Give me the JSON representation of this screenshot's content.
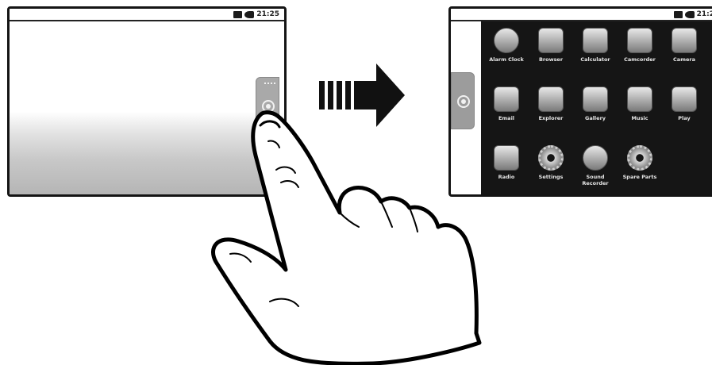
{
  "status_bar": {
    "time_left": "21:25",
    "time_right": "21:2"
  },
  "apps": [
    {
      "name": "Alarm Clock",
      "icon": "alarm-clock-icon",
      "shape": "round"
    },
    {
      "name": "Browser",
      "icon": "browser-icon",
      "shape": "square"
    },
    {
      "name": "Calculator",
      "icon": "calculator-icon",
      "shape": "square"
    },
    {
      "name": "Camcorder",
      "icon": "camcorder-icon",
      "shape": "square"
    },
    {
      "name": "Camera",
      "icon": "camera-icon",
      "shape": "square"
    },
    {
      "name": "Email",
      "icon": "email-icon",
      "shape": "square"
    },
    {
      "name": "Explorer",
      "icon": "explorer-icon",
      "shape": "square"
    },
    {
      "name": "Gallery",
      "icon": "gallery-icon",
      "shape": "square"
    },
    {
      "name": "Music",
      "icon": "music-icon",
      "shape": "square"
    },
    {
      "name": "Play",
      "icon": "play-icon",
      "shape": "square"
    },
    {
      "name": "Radio",
      "icon": "radio-icon",
      "shape": "square"
    },
    {
      "name": "Settings",
      "icon": "settings-icon",
      "shape": "gear"
    },
    {
      "name": "Sound Recorder",
      "icon": "sound-recorder-icon",
      "shape": "round"
    },
    {
      "name": "Spare Parts",
      "icon": "spare-parts-icon",
      "shape": "gear"
    }
  ],
  "colors": {
    "outline": "#141414",
    "tab": "#a9a9a9",
    "drawer_background": "#151515"
  }
}
